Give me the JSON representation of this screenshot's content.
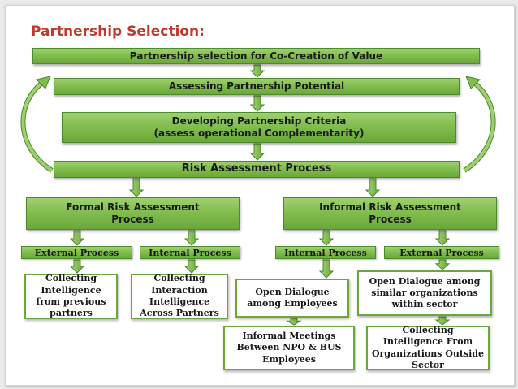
{
  "title": "Partnership Selection:",
  "steps": {
    "selection": "Partnership selection for Co-Creation of Value",
    "assessing": "Assessing Partnership Potential",
    "criteria_line1": "Developing Partnership Criteria",
    "criteria_line2": "(assess operational Complementarity)",
    "risk": "Risk Assessment Process"
  },
  "formal": {
    "heading": "Formal Risk Assessment Process",
    "external_label": "External Process",
    "internal_label": "Internal Process",
    "external_item": "Collecting Intelligence from previous partners",
    "internal_item": "Collecting Interaction Intelligence Across Partners"
  },
  "informal": {
    "heading": "Informal Risk Assessment Process",
    "internal_label": "Internal Process",
    "external_label": "External Process",
    "internal_item": "Open Dialogue among Employees",
    "internal_item2": "Informal Meetings Between NPO & BUS Employees",
    "external_item": "Open Dialogue among similar organizations within sector",
    "external_item2": "Collecting Intelligence From Organizations Outside Sector"
  },
  "colors": {
    "title": "#c0392b",
    "bar_fill": "#82bd4f",
    "bar_border": "#4d8a2b",
    "arrow": "#82bd4f"
  }
}
